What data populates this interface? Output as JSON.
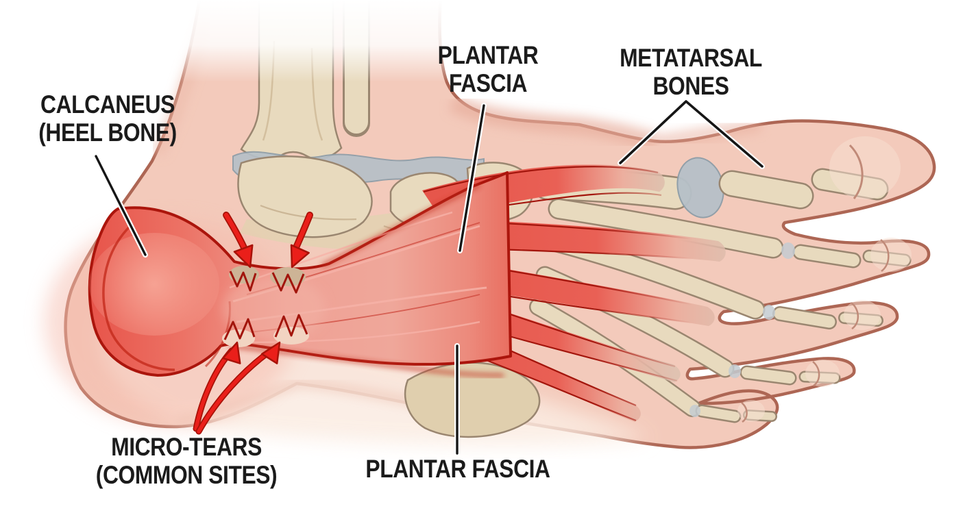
{
  "labels": {
    "calcaneus": {
      "line1": "CALCANEUS",
      "line2": "(HEEL BONE)"
    },
    "plantar_fascia_top": {
      "line1": "PLANTAR",
      "line2": "FASCIA"
    },
    "metatarsal": {
      "line1": "METATARSAL",
      "line2": "BONES"
    },
    "micro_tears": {
      "line1": "MICRO-TEARS",
      "line2": "(COMMON SITES)"
    },
    "plantar_fascia_bottom": {
      "line1": "PLANTAR FASCIA"
    }
  },
  "colors": {
    "background": "#ffffff",
    "label_text": "#1b1b1b",
    "leader_line": "#161616",
    "skin": "#f3cabb",
    "skin_outline": "#ad6654",
    "bone": "#e8dabe",
    "bone_outline": "#9a8670",
    "cartilage": "#b6c0c8",
    "fascia_red": "#e8554a",
    "fascia_dark_edge": "#ab150c",
    "inflammation": "#e9574b",
    "arrow_red": "#ea1f1a"
  }
}
